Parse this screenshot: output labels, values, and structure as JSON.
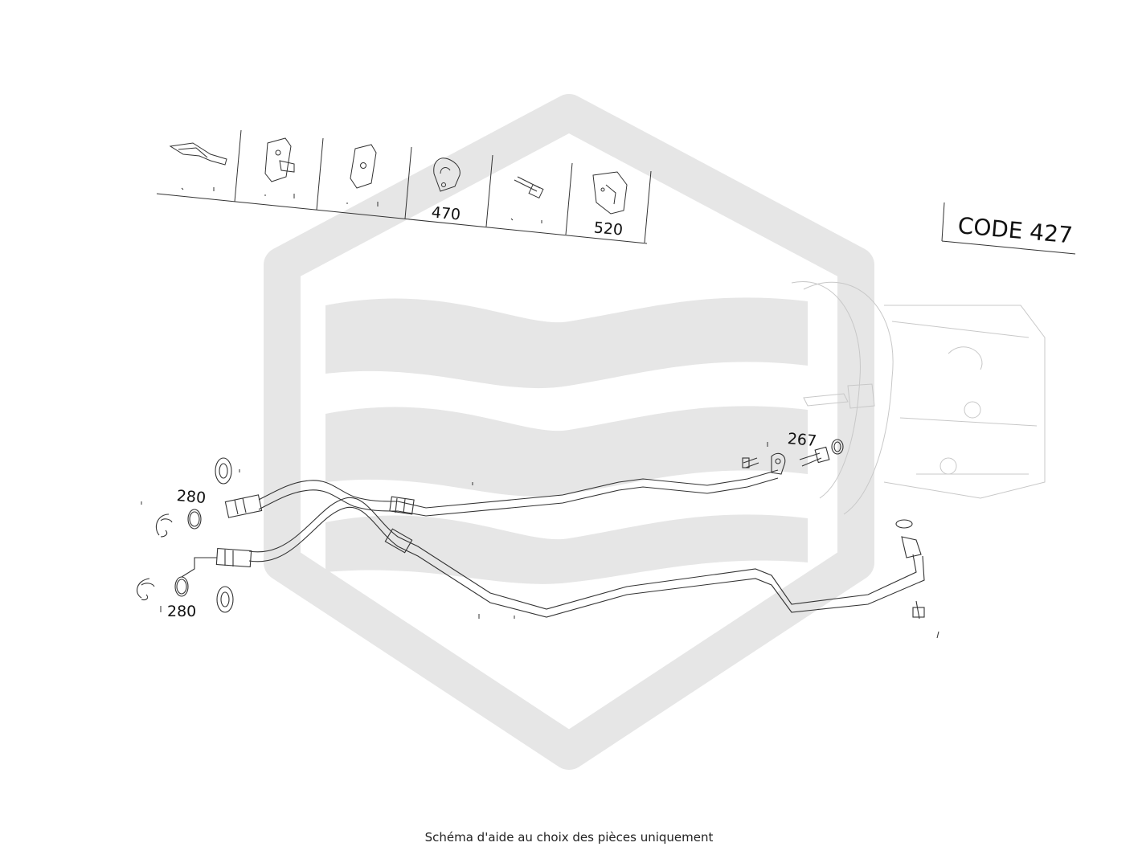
{
  "header": {
    "parts": [
      {
        "name": "bracket",
        "ref": ""
      },
      {
        "name": "bracket-with-stud",
        "ref": ""
      },
      {
        "name": "bracket-plate",
        "ref": ""
      },
      {
        "name": "clamp",
        "ref": "470"
      },
      {
        "name": "bolt",
        "ref": ""
      },
      {
        "name": "holder-bracket",
        "ref": "520"
      }
    ]
  },
  "code_label": "CODE 427",
  "callouts": {
    "ref_267": "267",
    "ref_280_top": "280",
    "ref_280_bottom": "280"
  },
  "watermark_color": "#e6e6e6",
  "line_color": "#333333",
  "footer": "Schéma d'aide au choix des pièces uniquement"
}
